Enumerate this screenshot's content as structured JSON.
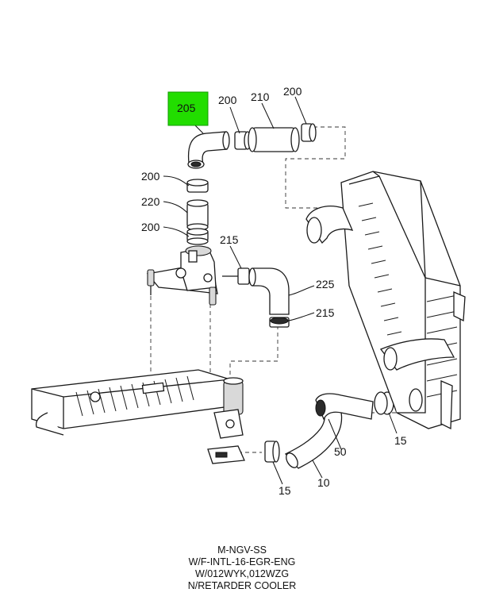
{
  "highlight_color": "#22dd00",
  "callouts": {
    "c205": "205",
    "c200_top": "200",
    "c210": "210",
    "c200_right": "200",
    "c200_mid": "200",
    "c220": "220",
    "c200_low": "200",
    "c215_top": "215",
    "c225": "225",
    "c215_low": "215",
    "c15_right": "15",
    "c50": "50",
    "c15_bottom": "15",
    "c10": "10"
  },
  "caption": {
    "line1": "M-NGV-SS",
    "line2": "W/F-INTL-16-EGR-ENG",
    "line3": "W/012WYK,012WZG",
    "line4": "N/RETARDER COOLER"
  }
}
